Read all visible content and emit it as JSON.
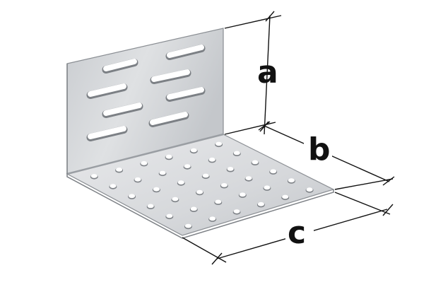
{
  "diagram": {
    "subject": "angle-bracket",
    "dimensions": {
      "a": "a",
      "b": "b",
      "c": "c"
    }
  }
}
